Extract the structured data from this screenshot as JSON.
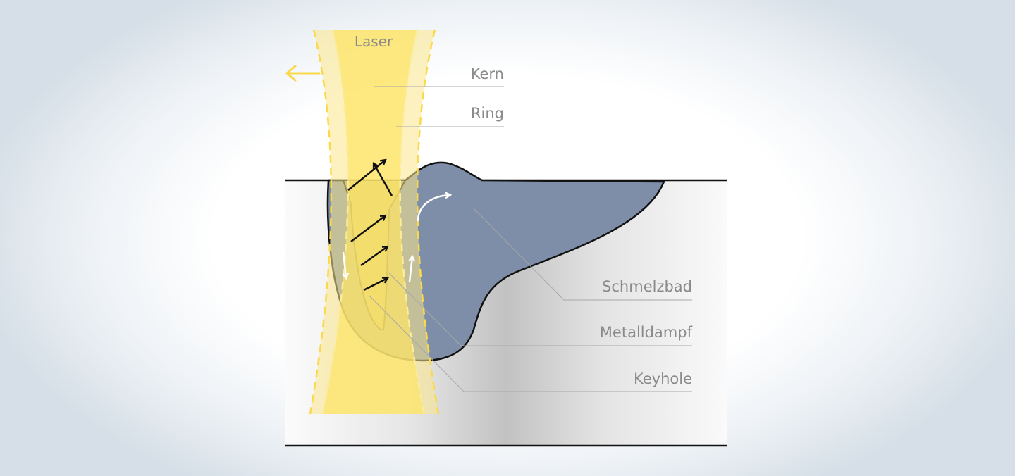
{
  "labels": {
    "laser": "Laser",
    "kern": "Kern",
    "ring": "Ring",
    "schmelzbad": "Schmelzbad",
    "metalldampf": "Metalldampf",
    "keyhole": "Keyhole"
  },
  "colors": {
    "laser_core": "#fde468",
    "laser_ring": "#fbedaa",
    "ring_dash": "#fad94a",
    "melt_pool": "#7f8ea8",
    "workpiece_light": "#f7f7f7",
    "workpiece_dark": "#c4c4c4",
    "outline": "#111111",
    "label_text": "#8a8a8a",
    "arrow_dark": "#111111",
    "arrow_light": "#ffffff",
    "direction_arrow": "#fad94a"
  },
  "icons": {
    "direction": "arrow-left-icon",
    "vapor_flow": "arrow-up-right-icon",
    "melt_flow": "curved-arrow-icon"
  }
}
